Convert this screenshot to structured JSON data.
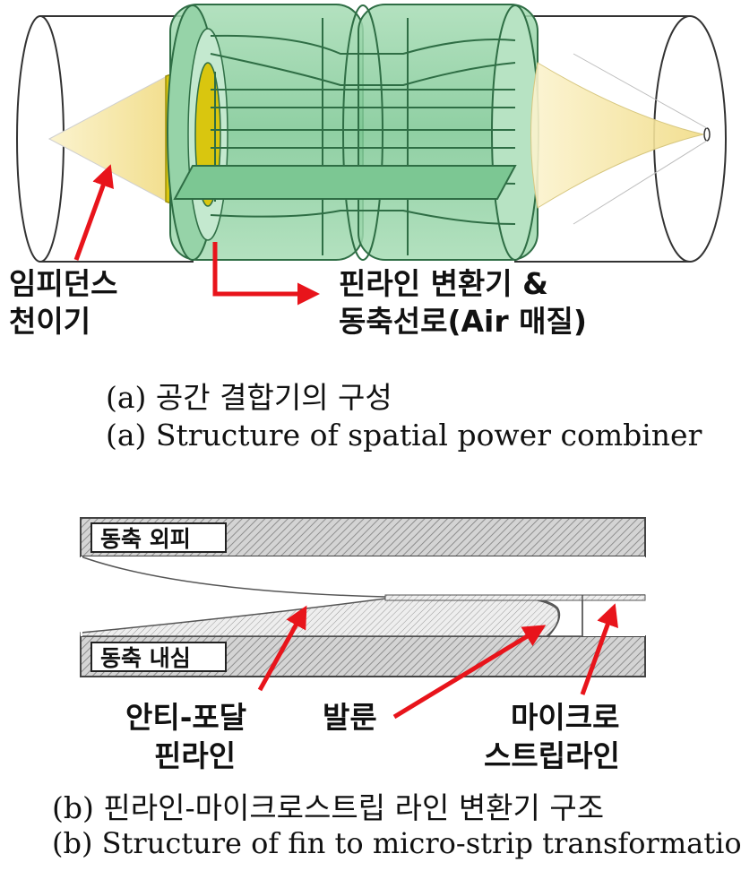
{
  "figure_a": {
    "label_impedance": [
      "임피던스",
      "천이기"
    ],
    "label_finline": [
      "핀라인 변환기 &",
      "동축선로(Air 매질)"
    ],
    "caption_kr": "(a) 공간 결합기의 구성",
    "caption_en": "(a) Structure of spatial power combiner"
  },
  "figure_b": {
    "outer_conductor": "동축 외피",
    "inner_conductor": "동축 내심",
    "label_antipodal": [
      "안티-포달",
      "핀라인"
    ],
    "label_balun": "발룬",
    "label_microstrip": [
      "마이크로",
      "스트립라인"
    ],
    "caption_kr": "(b) 핀라인-마이크로스트립 라인 변환기 구조",
    "caption_en": "(b) Structure of fin to micro-strip transformation"
  },
  "colors": {
    "arrow": "#e8141b",
    "green_fill": "#8fd1a3",
    "green_dark": "#3b8a55",
    "cone": "#f6e7a6",
    "cone_core": "#d9c60f",
    "hatch": "#8c8c8c"
  }
}
